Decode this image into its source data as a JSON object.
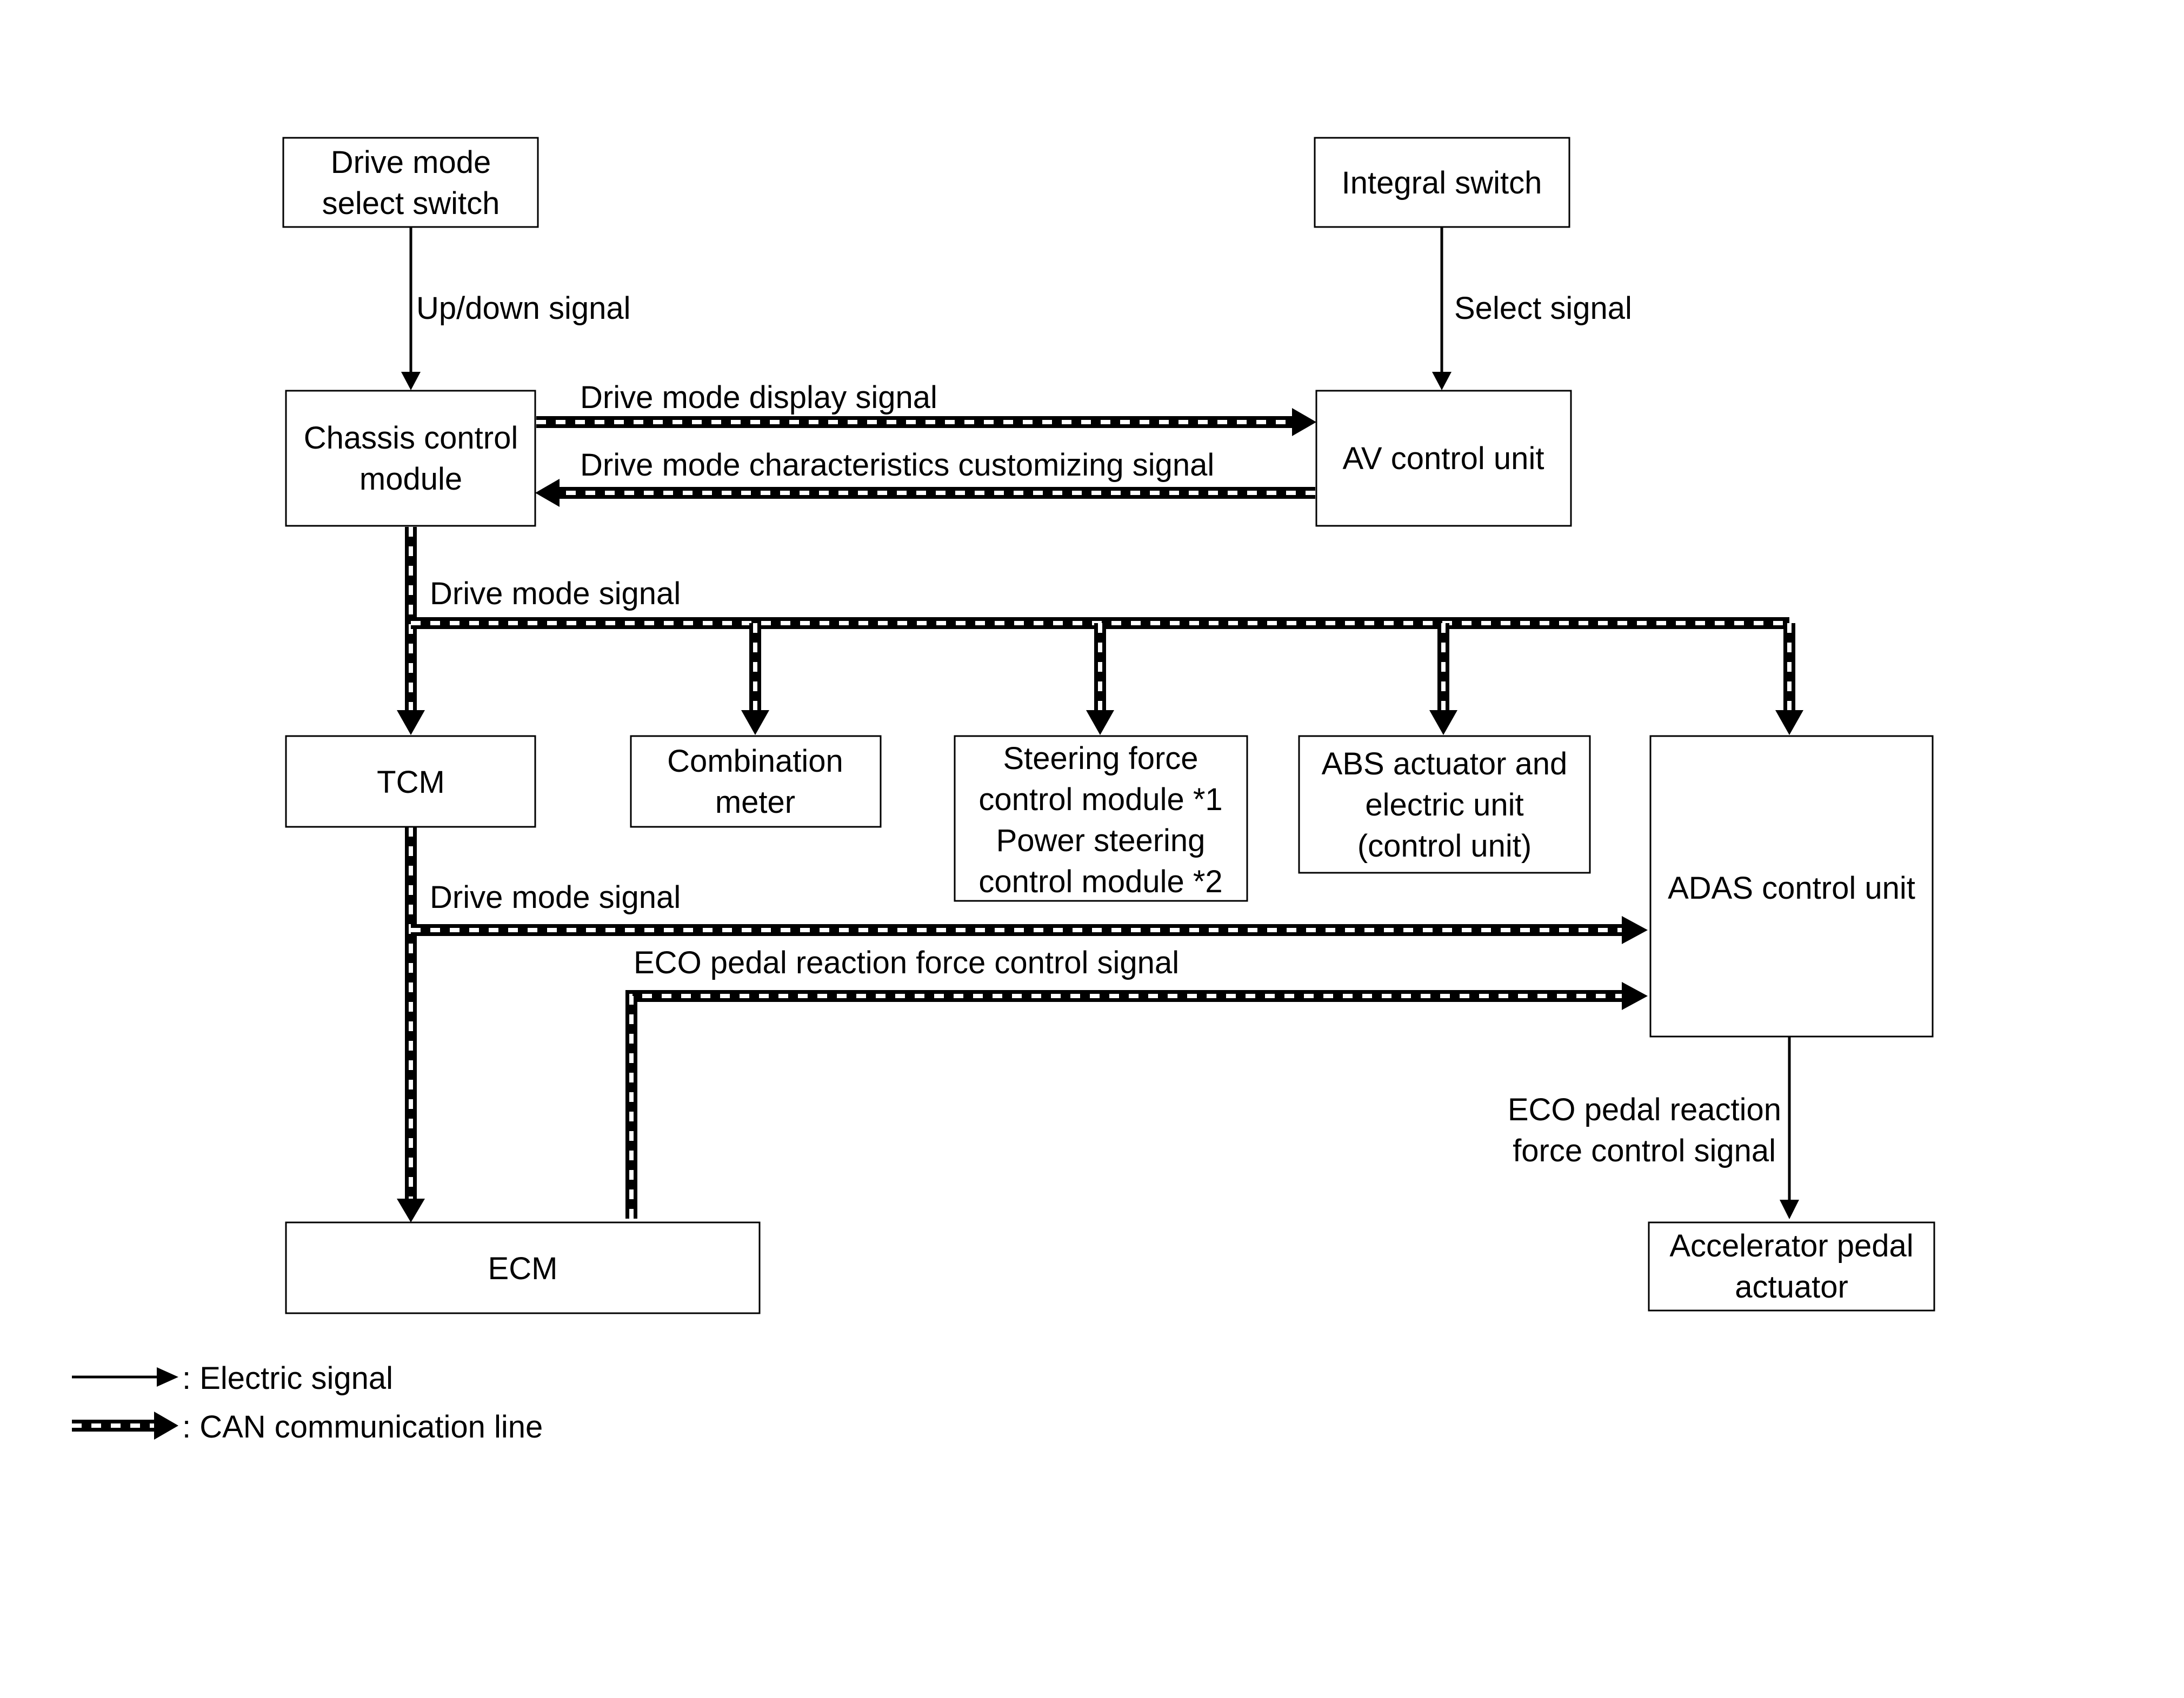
{
  "components": {
    "drive_mode_switch": [
      "Drive mode",
      "select switch"
    ],
    "integral_switch": [
      "Integral switch"
    ],
    "chassis_control_module": [
      "Chassis control",
      "module"
    ],
    "av_control_unit": [
      "AV control unit"
    ],
    "tcm": [
      "TCM"
    ],
    "combination_meter": [
      "Combination",
      "meter"
    ],
    "steering_module": [
      "Steering force",
      "control module *1",
      "Power steering",
      "control module *2"
    ],
    "abs_actuator": [
      "ABS actuator and",
      "electric unit",
      "(control unit)"
    ],
    "adas_control_unit": [
      "ADAS control unit"
    ],
    "ecm": [
      "ECM"
    ],
    "accelerator_pedal_actuator": [
      "Accelerator pedal",
      "actuator"
    ]
  },
  "signals": {
    "up_down": "Up/down signal",
    "select": "Select signal",
    "drive_mode_display": "Drive mode display signal",
    "drive_mode_customizing": "Drive mode characteristics customizing signal",
    "drive_mode_1": "Drive mode signal",
    "drive_mode_2": "Drive mode signal",
    "eco_pedal_can": "ECO pedal reaction force control signal",
    "eco_pedal_electric": [
      "ECO pedal reaction",
      "force control signal"
    ]
  },
  "legend": {
    "electric": ": Electric signal",
    "can": ": CAN communication line"
  }
}
